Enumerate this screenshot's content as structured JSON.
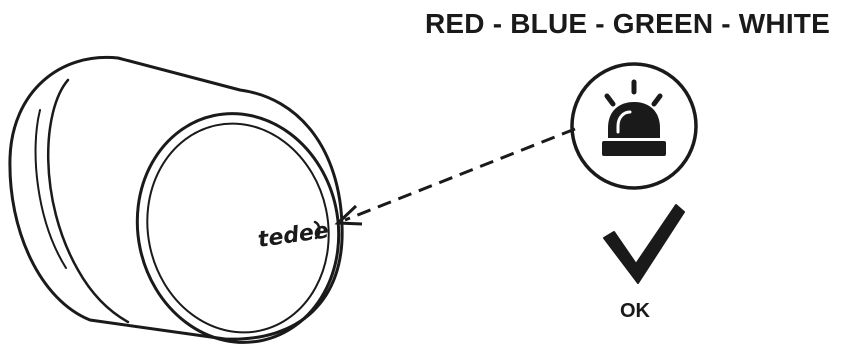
{
  "heading": "RED - BLUE - GREEN - WHITE",
  "brand_text": "tedee",
  "status_label": "OK",
  "icons": {
    "device": "smart-lock-cylinder",
    "indicator": "alarm-light-icon",
    "status": "checkmark-icon"
  },
  "colors": {
    "line": "#1a1a1a",
    "background": "#ffffff"
  }
}
